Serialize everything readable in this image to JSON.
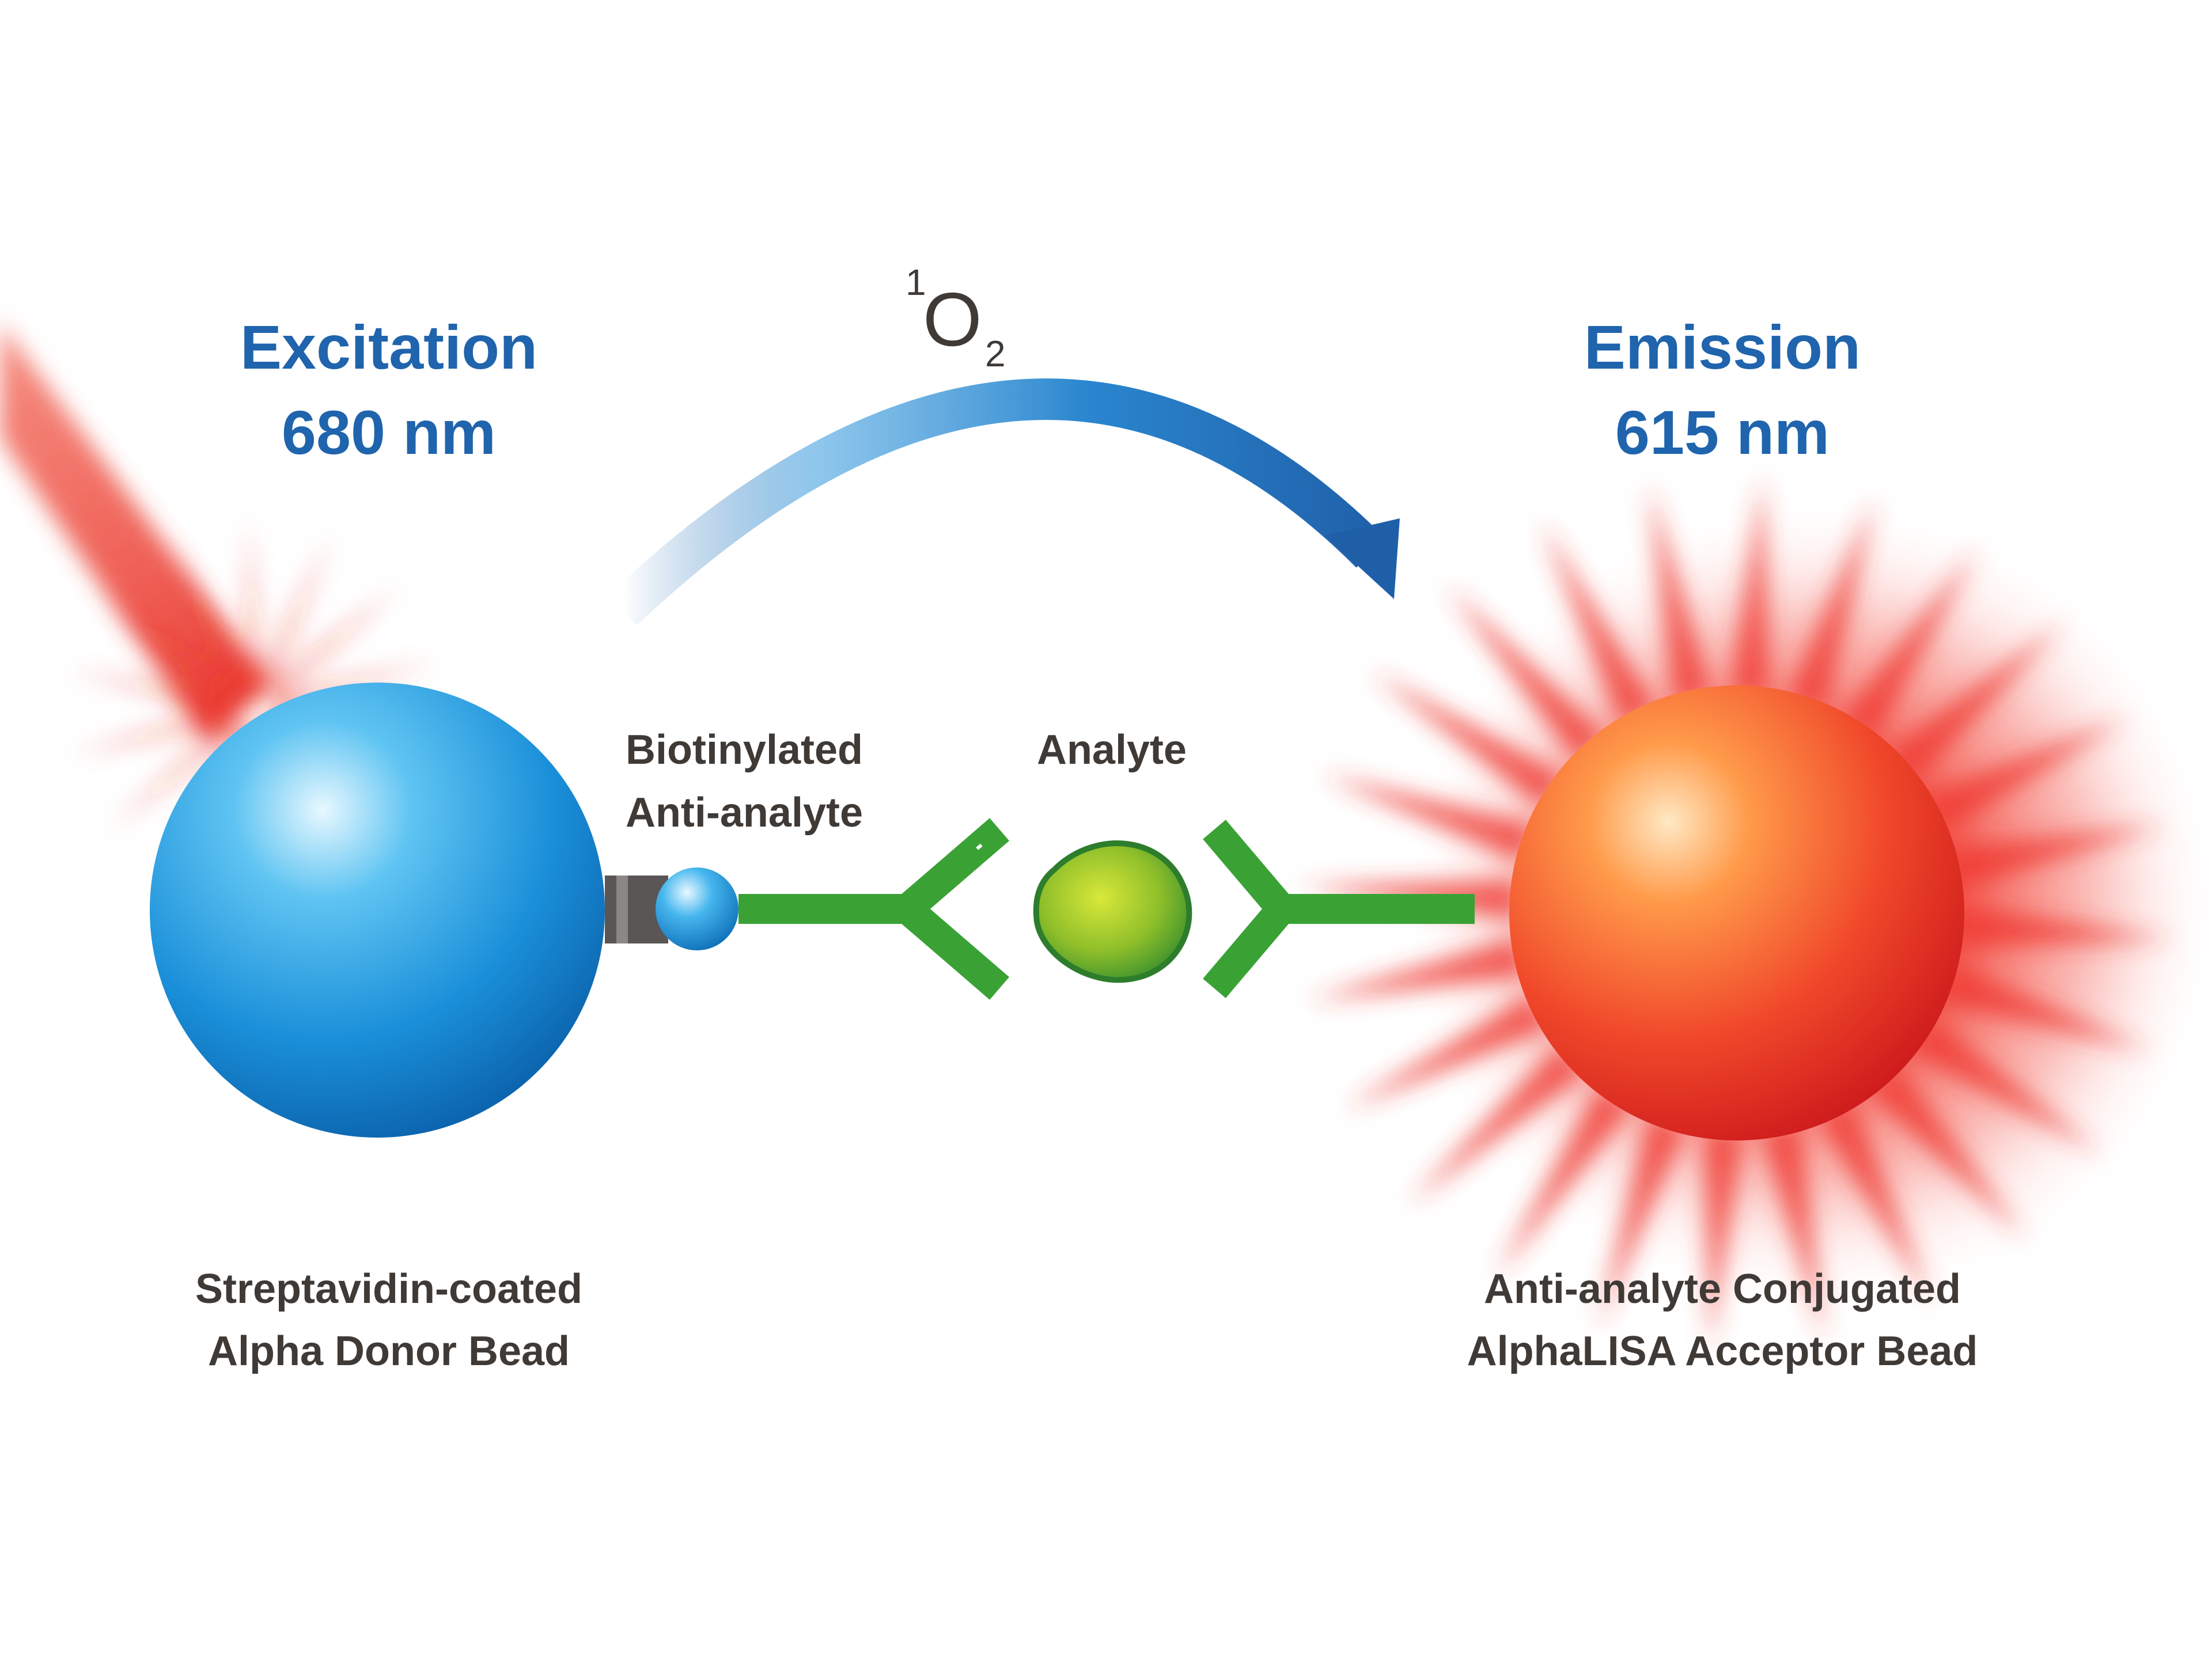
{
  "excitation": {
    "label": "Excitation",
    "wavelength": "680 nm"
  },
  "emission": {
    "label": "Emission",
    "wavelength": "615 nm"
  },
  "singlet_oxygen": {
    "superscript": "1",
    "symbol": "O",
    "subscript": "2"
  },
  "biotinylated": {
    "line1": "Biotinylated",
    "line2": "Anti-analyte"
  },
  "analyte": {
    "label": "Analyte"
  },
  "donor_bead": {
    "line1": "Streptavidin-coated",
    "line2": "Alpha Donor Bead"
  },
  "acceptor_bead": {
    "line1": "Anti-analyte Conjugated",
    "line2": "AlphaLISA Acceptor Bead"
  },
  "colors": {
    "title_blue": "#1f64ad",
    "label_dark": "#3f3a36",
    "donor_blue": "#1a8fd9",
    "acceptor_red": "#e8281f",
    "antibody_green": "#3aa235",
    "analyte_green": "#7fb52b",
    "arrow_blue": "#1f64ad"
  }
}
